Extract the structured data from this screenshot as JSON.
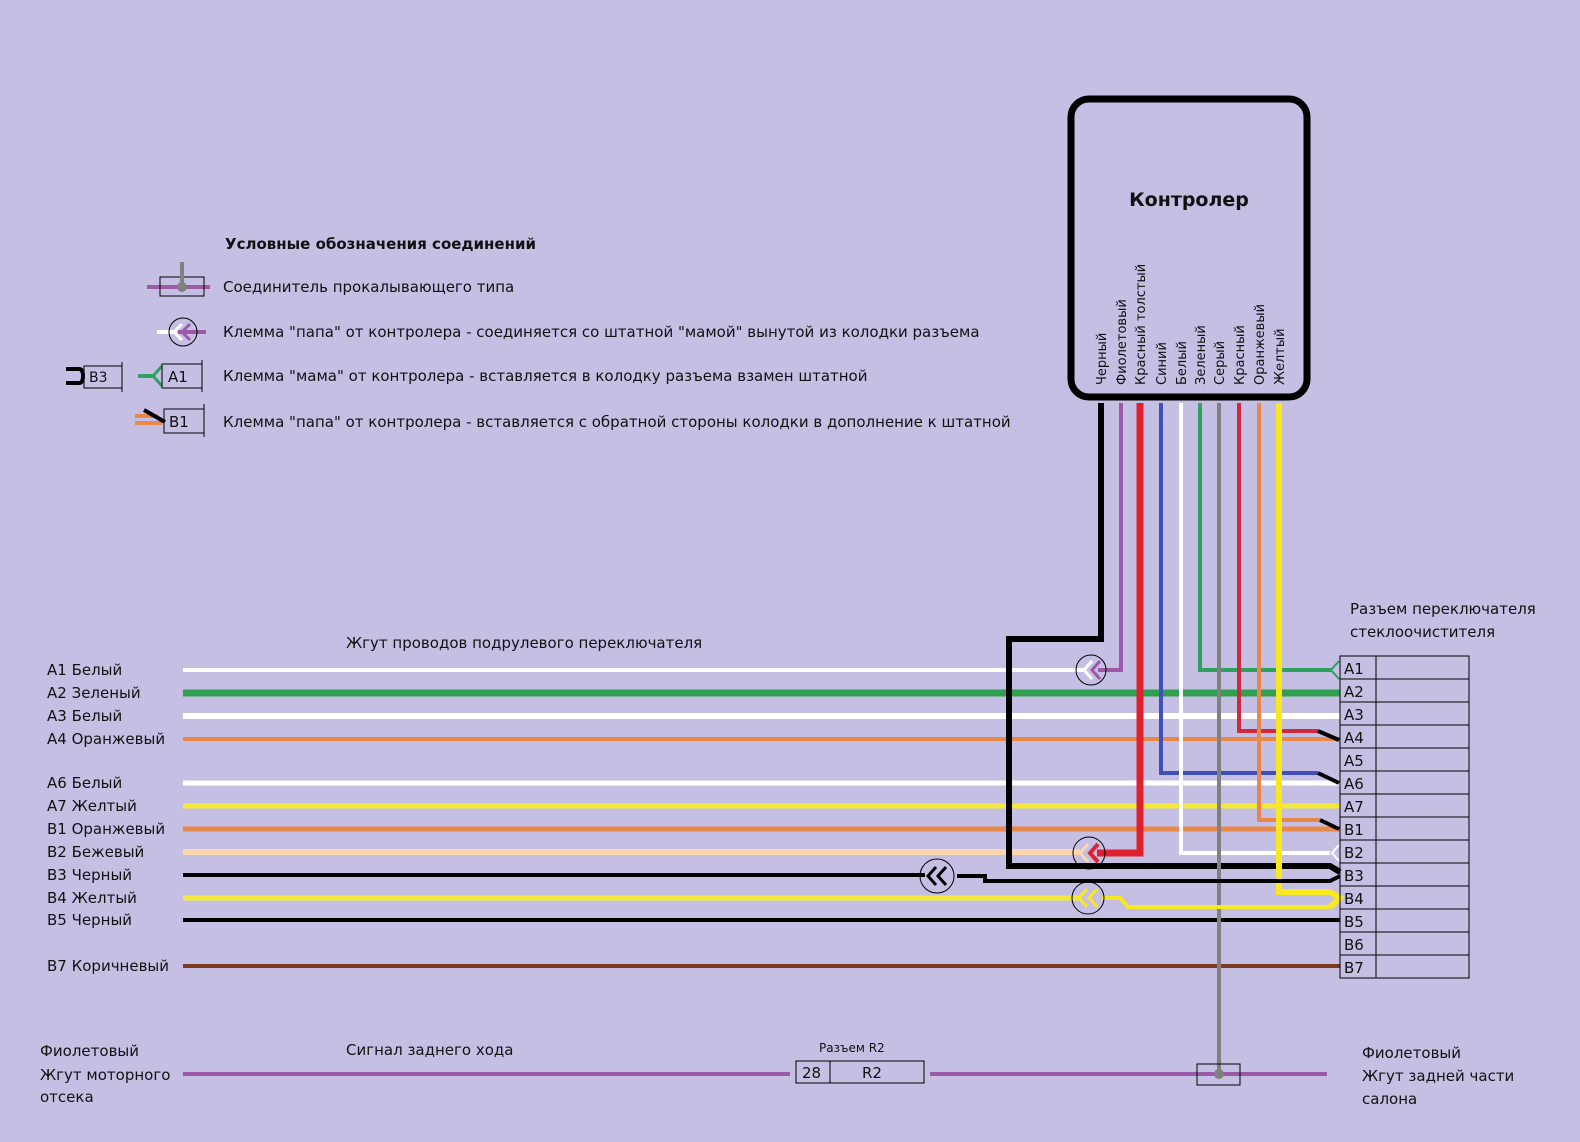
{
  "controller": {
    "title": "Контролер",
    "wires": [
      {
        "label": "Черный",
        "color": "#000000"
      },
      {
        "label": "Фиолетовый",
        "color": "#9b59b6"
      },
      {
        "label": "Красный толстый",
        "color": "#e0202f"
      },
      {
        "label": "Синий",
        "color": "#4050b8"
      },
      {
        "label": "Белый",
        "color": "#ffffff"
      },
      {
        "label": "Зеленый",
        "color": "#30a060"
      },
      {
        "label": "Серый",
        "color": "#808080"
      },
      {
        "label": "Красный",
        "color": "#d0283c"
      },
      {
        "label": "Оранжевый",
        "color": "#e88848"
      },
      {
        "label": "Желтый",
        "color": "#f8e820"
      }
    ]
  },
  "legend": {
    "title": "Условные обозначения соединений",
    "items": [
      {
        "text": "Соединитель прокалывающего типа"
      },
      {
        "text": "Клемма \"папа\" от контролера -  соединяется со штатной \"мамой\" вынутой из колодки разъема"
      },
      {
        "text": "Клемма \"мама\" от контролера - вставляется в колодку разъема взамен штатной",
        "pin_a": "A1",
        "pin_b": "B3"
      },
      {
        "text": "Клемма \"папа\"  от контролера - вставляется с обратной стороны колодки в дополнение к штатной",
        "pin": "B1"
      }
    ]
  },
  "harness": {
    "title": "Жгут проводов подрулевого переключателя",
    "wires": [
      {
        "label": "A1 Белый",
        "color": "#ffffff"
      },
      {
        "label": "A2 Зеленый",
        "color": "#30a050"
      },
      {
        "label": "A3 Белый",
        "color": "#ffffff"
      },
      {
        "label": "A4 Оранжевый",
        "color": "#e8884a"
      },
      {
        "label": "A6 Белый",
        "color": "#ffffff"
      },
      {
        "label": "A7 Желтый",
        "color": "#f4e838"
      },
      {
        "label": "B1 Оранжевый",
        "color": "#e8884a"
      },
      {
        "label": "B2 Бежевый",
        "color": "#fcd8b0"
      },
      {
        "label": "B3 Черный",
        "color": "#000000"
      },
      {
        "label": "B4 Желтый",
        "color": "#f4e838"
      },
      {
        "label": "B5 Черный",
        "color": "#000000"
      },
      {
        "label": "B7 Коричневый",
        "color": "#7a3a20"
      }
    ]
  },
  "connector": {
    "title_line1": "Разъем переключателя",
    "title_line2": "стеклоочистителя",
    "pins": [
      "A1",
      "A2",
      "A3",
      "A4",
      "A5",
      "A6",
      "A7",
      "B1",
      "B2",
      "B3",
      "B4",
      "B5",
      "B6",
      "B7"
    ]
  },
  "reverse": {
    "left_line1": "Фиолетовый",
    "left_line2": "Жгут моторного",
    "left_line3": "отсека",
    "signal_label": "Сигнал заднего хода",
    "connector_title": "Разъем R2",
    "connector_pin": "28",
    "connector_name": "R2",
    "right_line1": "Фиолетовый",
    "right_line2": "Жгут задней части",
    "right_line3": "салона",
    "color": "#9b59a8"
  }
}
